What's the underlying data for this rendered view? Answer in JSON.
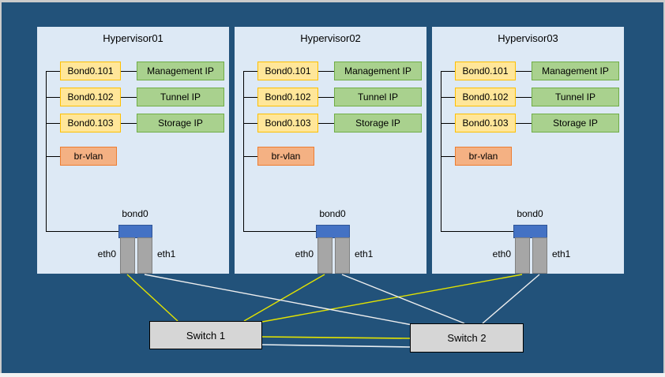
{
  "diagram": {
    "hypervisors": [
      {
        "title": "Hypervisor01",
        "vlans": [
          {
            "bond": "Bond0.101",
            "ip": "Management IP"
          },
          {
            "bond": "Bond0.102",
            "ip": "Tunnel IP"
          },
          {
            "bond": "Bond0.103",
            "ip": "Storage IP"
          }
        ],
        "bridge": "br-vlan",
        "bond": "bond0",
        "nics": [
          "eth0",
          "eth1"
        ]
      },
      {
        "title": "Hypervisor02",
        "vlans": [
          {
            "bond": "Bond0.101",
            "ip": "Management IP"
          },
          {
            "bond": "Bond0.102",
            "ip": "Tunnel IP"
          },
          {
            "bond": "Bond0.103",
            "ip": "Storage IP"
          }
        ],
        "bridge": "br-vlan",
        "bond": "bond0",
        "nics": [
          "eth0",
          "eth1"
        ]
      },
      {
        "title": "Hypervisor03",
        "vlans": [
          {
            "bond": "Bond0.101",
            "ip": "Management IP"
          },
          {
            "bond": "Bond0.102",
            "ip": "Tunnel IP"
          },
          {
            "bond": "Bond0.103",
            "ip": "Storage IP"
          }
        ],
        "bridge": "br-vlan",
        "bond": "bond0",
        "nics": [
          "eth0",
          "eth1"
        ]
      }
    ],
    "switches": [
      {
        "label": "Switch 1"
      },
      {
        "label": "Switch 2"
      }
    ],
    "links": {
      "eth0_links_color": "#e3e300",
      "eth1_links_color": "#efefef",
      "description": "eth0 of each hypervisor connects to Switch 1 (yellow), eth1 of each hypervisor connects to Switch 2 (white), two inter-switch links (one yellow, one white)"
    },
    "colors": {
      "background": "#22527a",
      "hypervisor_fill": "#dde9f5",
      "vlan_fill": "#ffe699",
      "vlan_border": "#ffc000",
      "ip_fill": "#a9d18e",
      "ip_border": "#70ad47",
      "bridge_fill": "#f4b183",
      "bridge_border": "#ed7d31",
      "bond_fill": "#4472c4",
      "nic_fill": "#a6a6a6",
      "switch_fill": "#d6d6d6"
    }
  }
}
